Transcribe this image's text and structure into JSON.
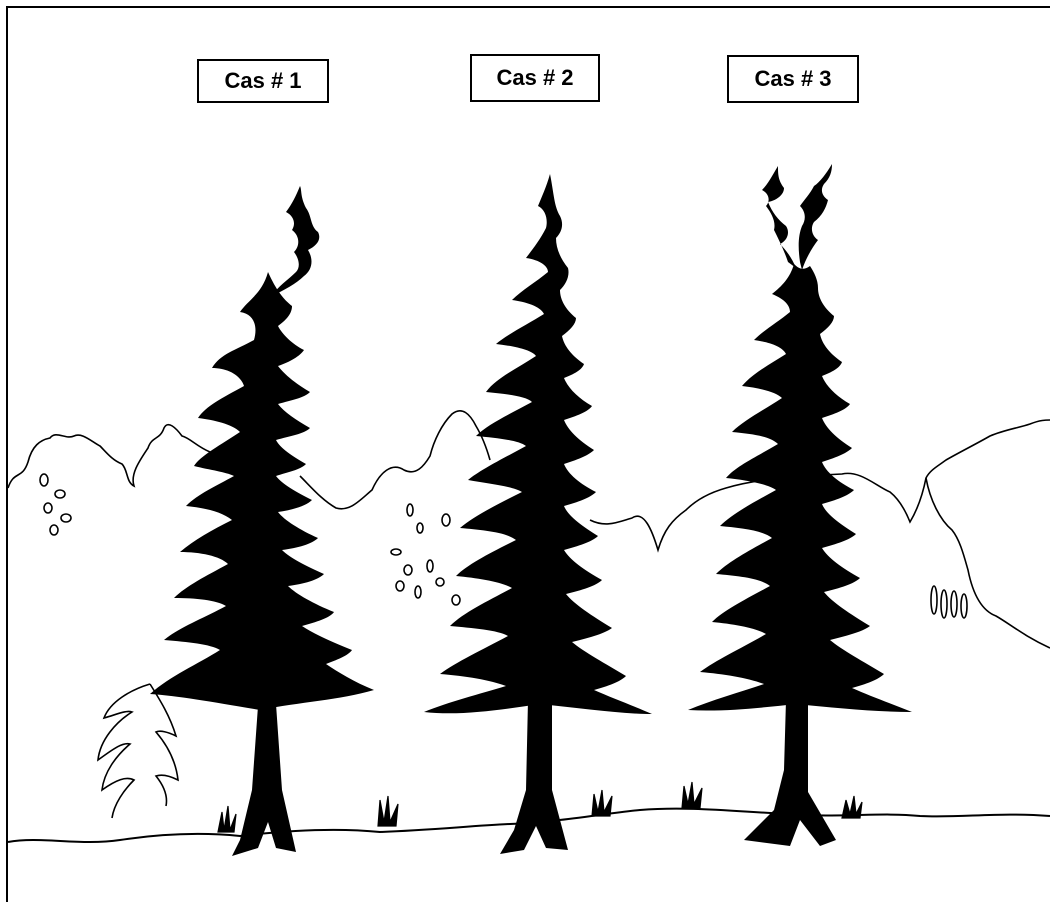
{
  "cases": [
    {
      "label": "Cas # 1",
      "description": "leader bent to the right"
    },
    {
      "label": "Cas # 2",
      "description": "single straight leader"
    },
    {
      "label": "Cas # 3",
      "description": "forked double leader"
    }
  ],
  "colors": {
    "ink": "#000000",
    "background": "#ffffff"
  }
}
